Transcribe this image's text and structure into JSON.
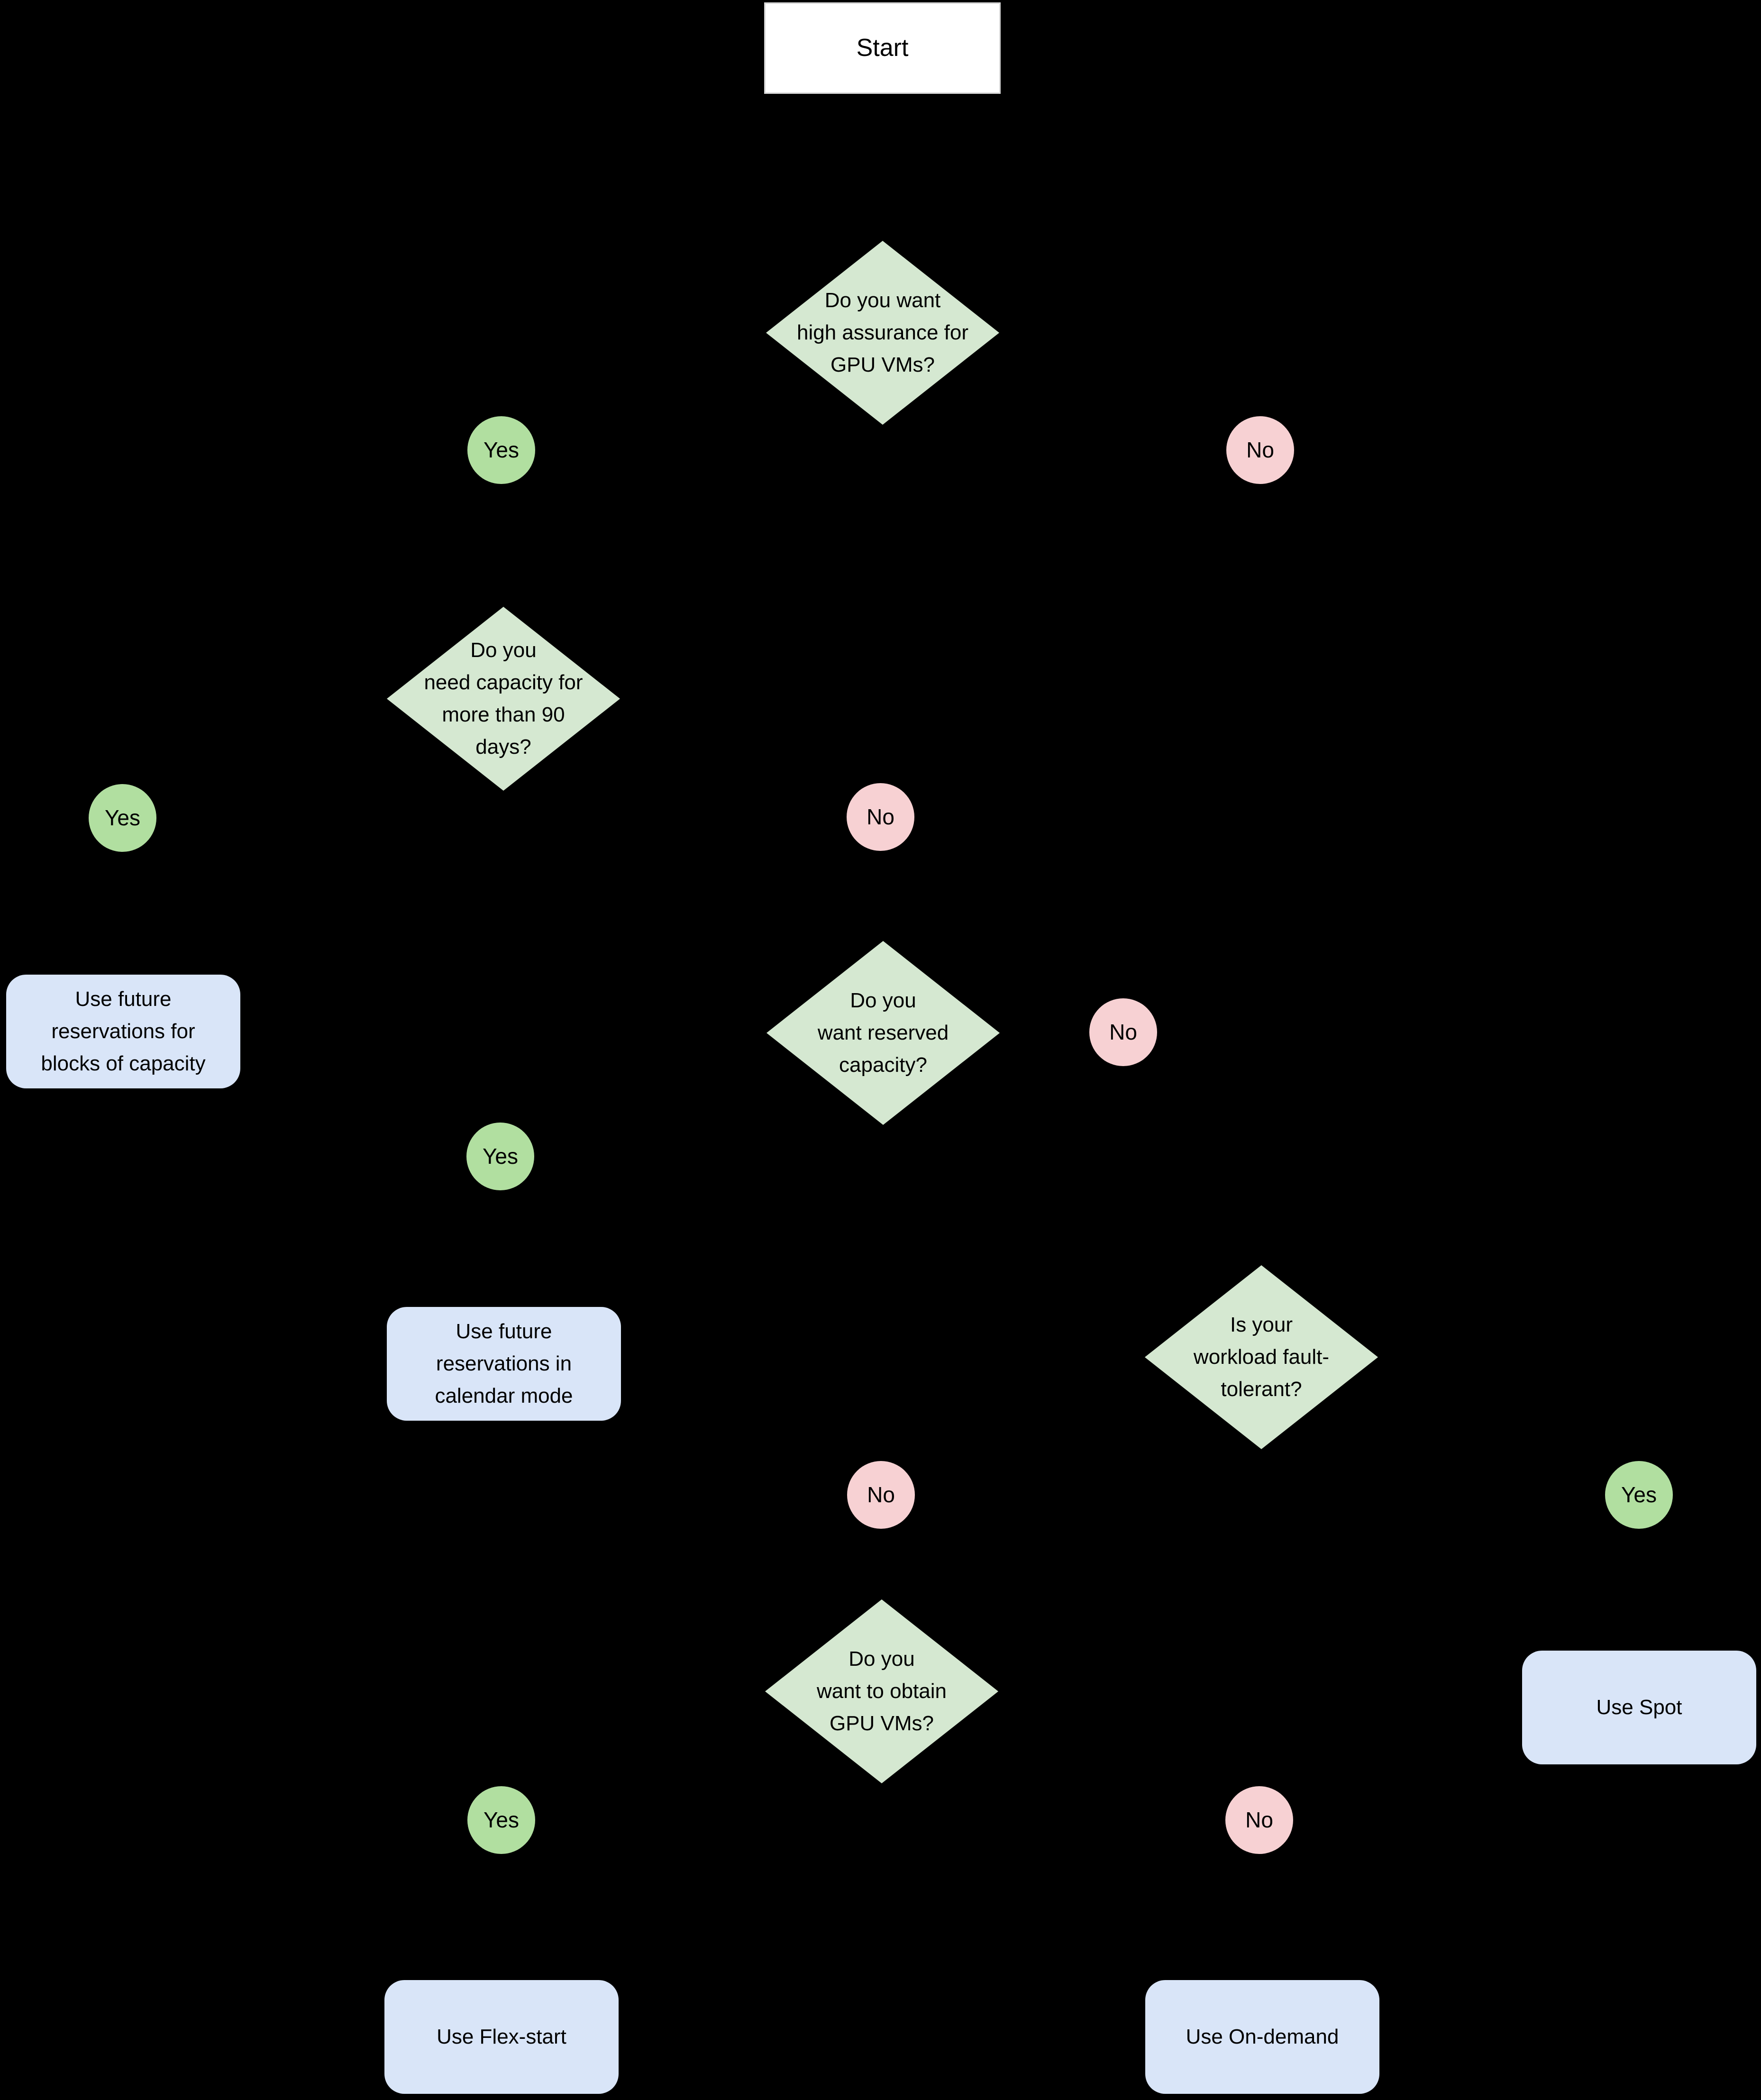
{
  "colors": {
    "background": "#000000",
    "decision_fill": "#d5e8d1",
    "yes_fill": "#b1dfa0",
    "no_fill": "#f7d1d3",
    "outcome_fill": "#d9e5f8",
    "start_fill": "#ffffff",
    "start_border": "#d6d6d6",
    "text": "#000000"
  },
  "nodes": {
    "start": "Start",
    "q_high_assurance": "Do you want\nhigh assurance for\nGPU VMs?",
    "q_capacity_90_days": "Do you\nneed capacity for\nmore than 90\ndays?",
    "q_reserved_capacity": "Do you\nwant reserved\ncapacity?",
    "q_fault_tolerant": "Is your\nworkload fault-\ntolerant?",
    "q_obtain_gpu_vms": "Do you\nwant to obtain\nGPU VMs?",
    "o_future_reservations_blocks": "Use future\nreservations for\nblocks of capacity",
    "o_future_reservations_calendar": "Use future\nreservations in\ncalendar mode",
    "o_spot": "Use Spot",
    "o_flex_start": "Use Flex-start",
    "o_on_demand": "Use On-demand"
  },
  "edge_labels": {
    "d1_yes": "Yes",
    "d1_no": "No",
    "d2_yes": "Yes",
    "d2_no": "No",
    "d3_yes": "Yes",
    "d3_no": "No",
    "d4_yes": "Yes",
    "d4_no": "No",
    "d5_yes": "Yes",
    "d5_no": "No"
  }
}
